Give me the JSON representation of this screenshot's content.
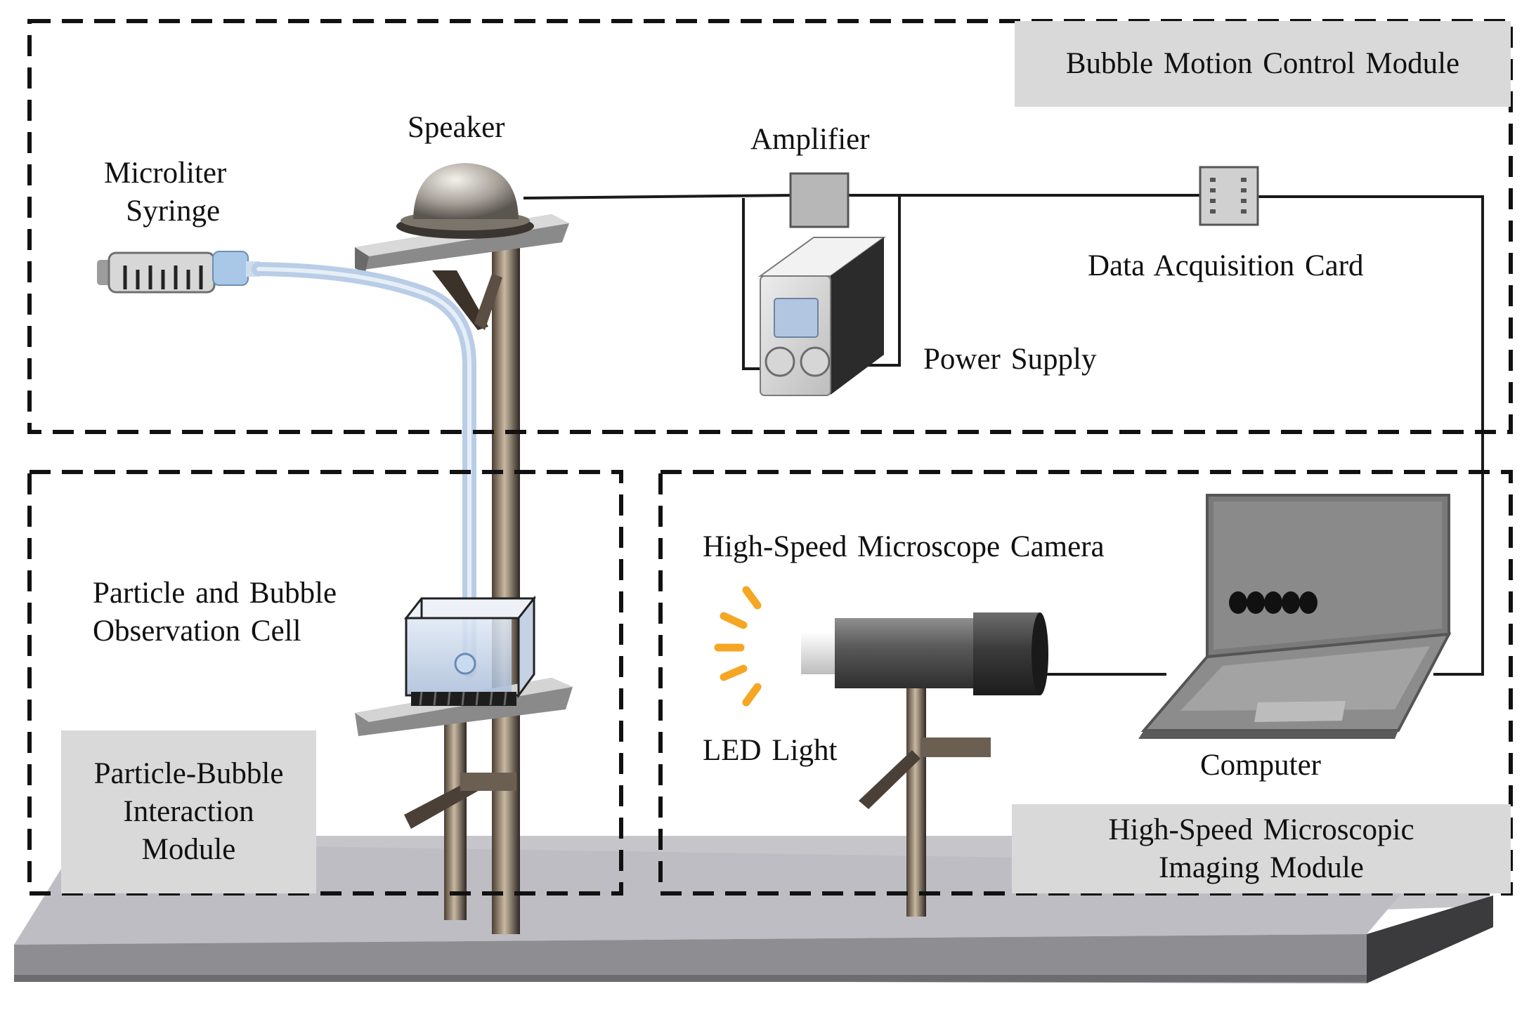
{
  "modules": {
    "bubble_motion": "Bubble Motion Control Module",
    "particle_bubble": [
      "Particle-Bubble",
      "Interaction",
      "Module"
    ],
    "imaging": [
      "High-Speed Microscopic",
      "Imaging Module"
    ]
  },
  "components": {
    "microliter_syringe": [
      "Microliter",
      "Syringe"
    ],
    "speaker": "Speaker",
    "amplifier": "Amplifier",
    "data_acquisition_card": "Data Acquisition Card",
    "power_supply": "Power Supply",
    "observation_cell": [
      "Particle and Bubble",
      "Observation Cell"
    ],
    "camera": "High-Speed Microscope Camera",
    "led_light": "LED Light",
    "computer": "Computer"
  },
  "colors": {
    "module_box_fill": "#d9d9d9",
    "dashed_border": "#111111",
    "led_glow": "#f5a623",
    "tube": "#b9cde6",
    "bench_top": "#c4c3c8"
  }
}
